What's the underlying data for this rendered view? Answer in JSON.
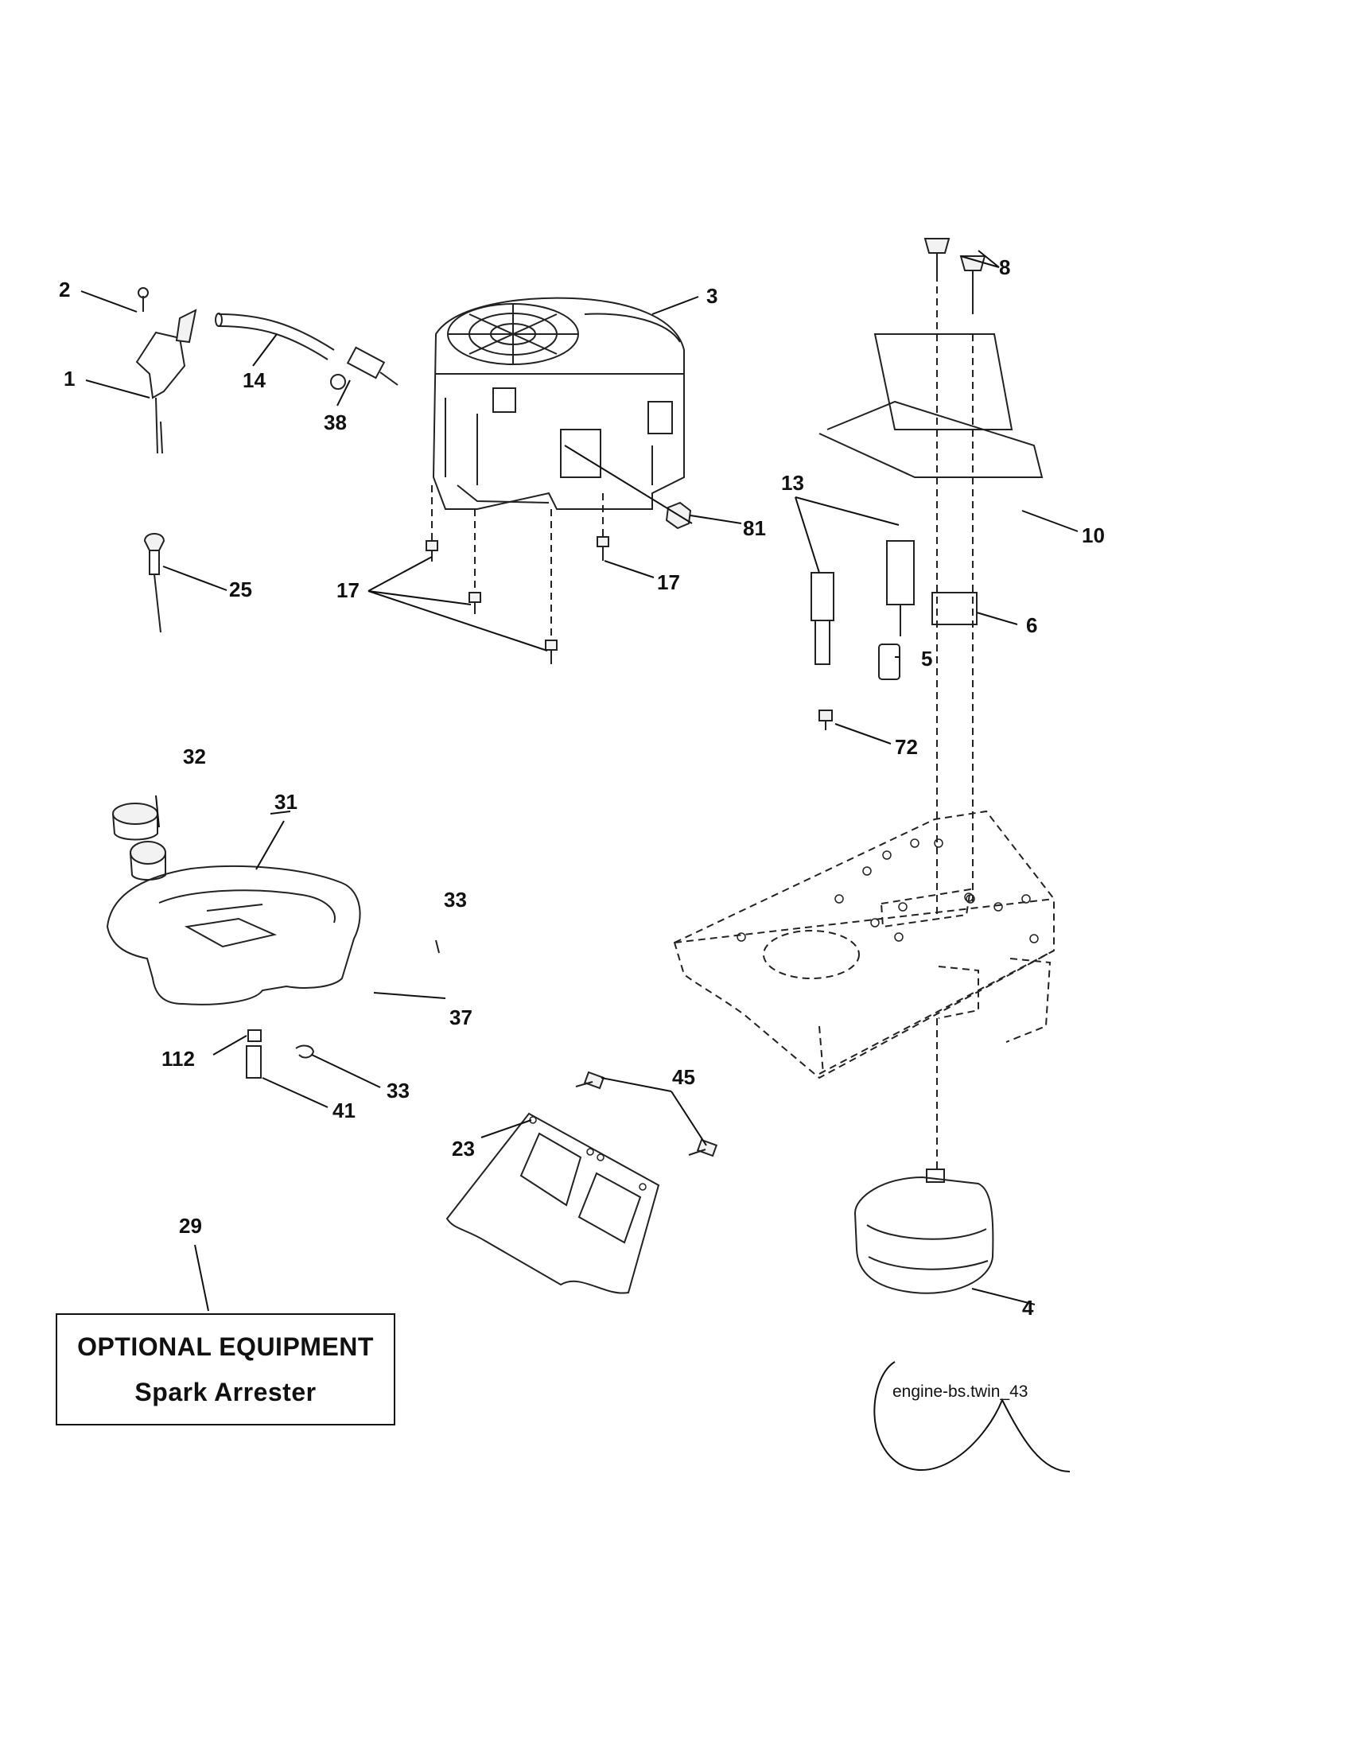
{
  "diagram": {
    "callouts": [
      "1",
      "2",
      "3",
      "4",
      "5",
      "6",
      "8",
      "10",
      "13",
      "14",
      "17",
      "17",
      "23",
      "25",
      "29",
      "31",
      "32",
      "33",
      "33",
      "37",
      "38",
      "41",
      "45",
      "72",
      "81",
      "112"
    ],
    "optional_box": {
      "line1": "OPTIONAL EQUIPMENT",
      "line2": "Spark Arrester"
    },
    "reference_code": "engine-bs.twin_43"
  }
}
